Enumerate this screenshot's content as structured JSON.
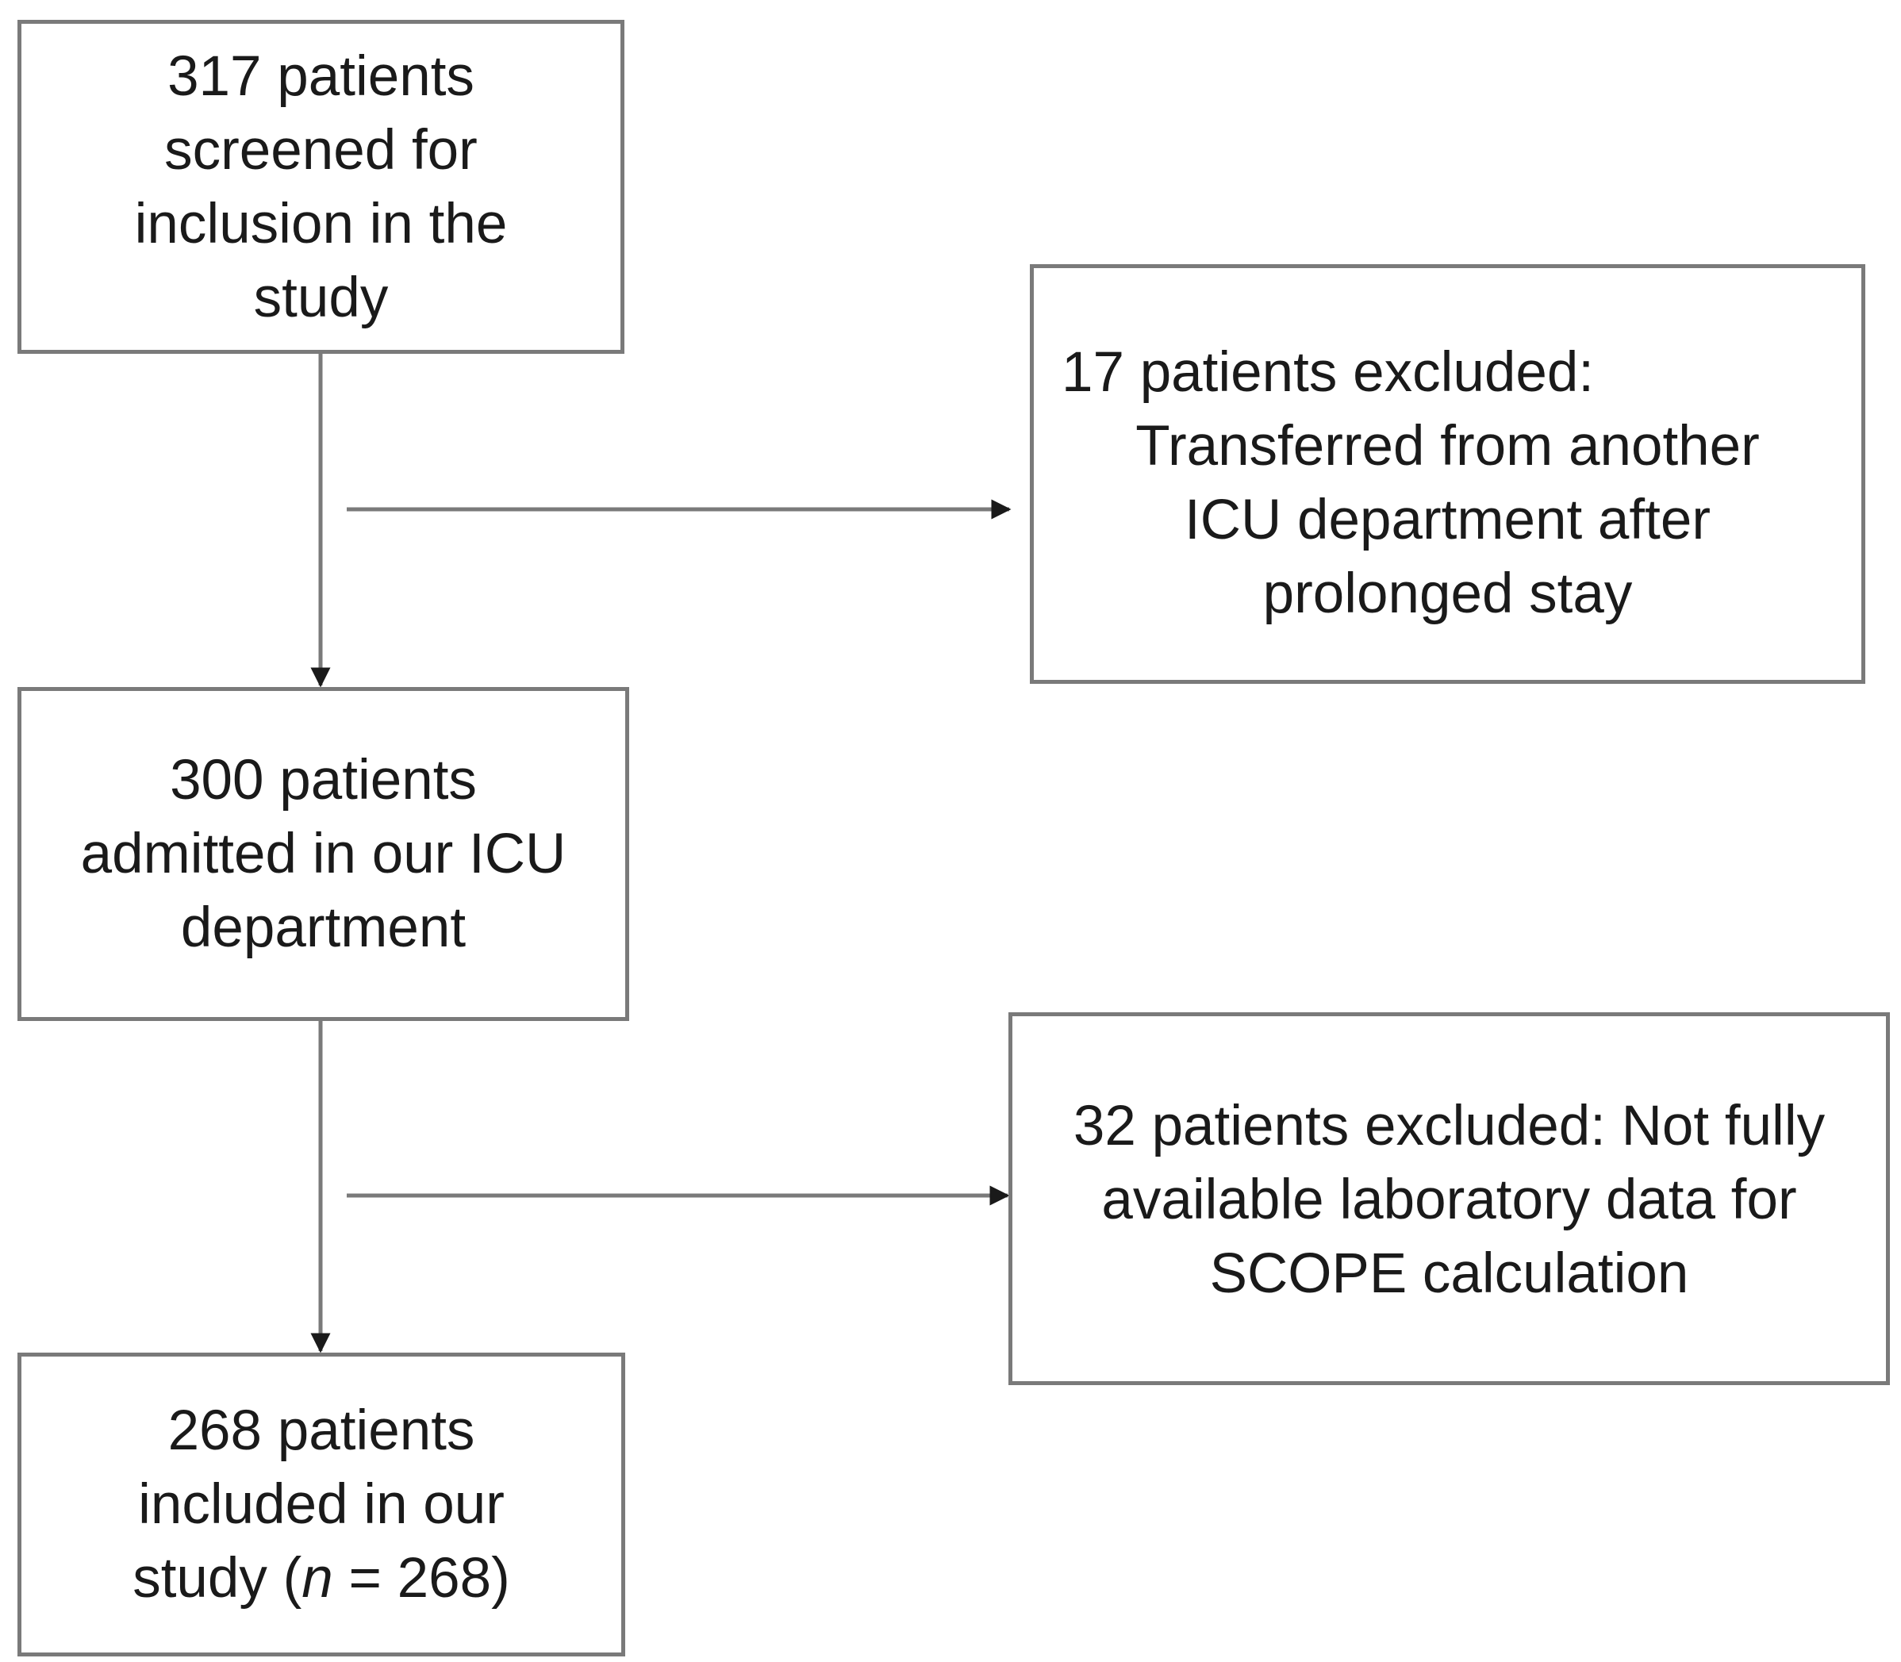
{
  "nodes": {
    "screened": {
      "lines": [
        "317 patients",
        "screened for",
        "inclusion in the",
        "study"
      ]
    },
    "excluded_1": {
      "heading": "17 patients excluded:",
      "lines": [
        "Transferred from another",
        "ICU department after",
        "prolonged stay"
      ]
    },
    "admitted": {
      "lines": [
        "300 patients",
        "admitted in our ICU",
        "department"
      ]
    },
    "excluded_2": {
      "lines": [
        "32 patients excluded: Not fully",
        "available laboratory data for",
        "SCOPE calculation"
      ]
    },
    "included": {
      "lines": [
        "268 patients",
        "included in our"
      ],
      "last_line_prefix": "study (",
      "last_line_italic": "n",
      "last_line_suffix": " = 268)"
    }
  },
  "edges": [
    {
      "from": "screened",
      "to": "admitted"
    },
    {
      "from": "screened",
      "to": "excluded_1"
    },
    {
      "from": "admitted",
      "to": "included"
    },
    {
      "from": "admitted",
      "to": "excluded_2"
    }
  ],
  "colors": {
    "border": "#7a7a7a",
    "connector": "#7a7a7a",
    "text": "#1a1a1a",
    "arrowhead": "#1a1a1a"
  }
}
